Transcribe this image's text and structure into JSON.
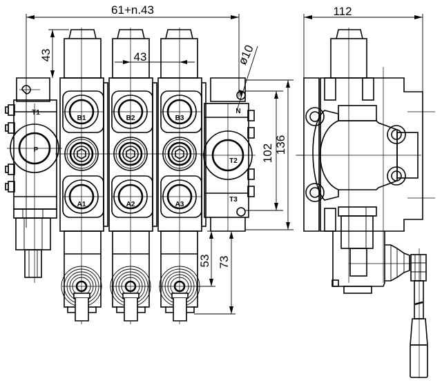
{
  "drawing": {
    "title": "Sectional directional control valve - 3 sections, lever operated",
    "dimensions": {
      "overall_width": "61+n.43",
      "spool_cap_height": "43",
      "section_pitch": "43",
      "mounting_hole": "ø10",
      "side_width": "112",
      "mount_spacing_inner": "102",
      "mount_spacing_outer": "136",
      "spool_axis_offset": "53",
      "lower_offset": "73"
    },
    "ports": {
      "inlet": "P",
      "inlet_tank": "T1",
      "outlet_tank": "T2",
      "outlet_tank_alt": "T3",
      "neutral": "N",
      "sections": [
        {
          "a": "A1",
          "b": "B1"
        },
        {
          "a": "A2",
          "b": "B2"
        },
        {
          "a": "A3",
          "b": "B3"
        }
      ]
    },
    "views": [
      "front-view",
      "side-view"
    ],
    "section_count": 3
  }
}
